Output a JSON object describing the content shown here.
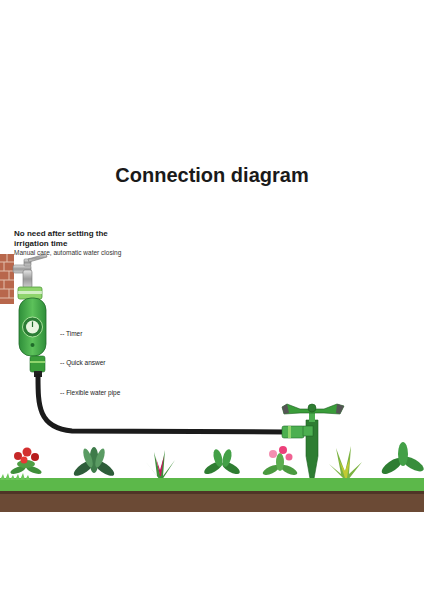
{
  "diagram": {
    "title": "Connection diagram",
    "labels": [
      "No need after setting the irrigation time",
      "Manual care, automatic water closing",
      "-- Timer",
      "-- Quick answer",
      "-- Flexible water pipe"
    ]
  }
}
